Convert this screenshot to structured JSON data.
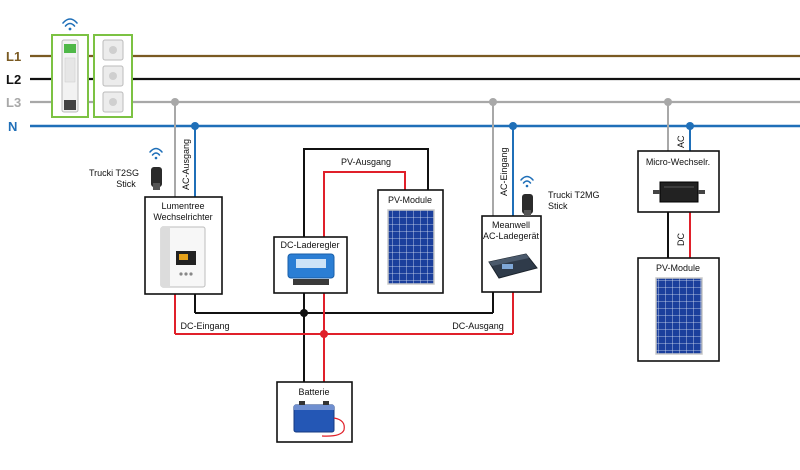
{
  "buses": {
    "l1": "L1",
    "l2": "L2",
    "l3": "L3",
    "n": "N"
  },
  "devices": {
    "inverter": {
      "line1": "Lumentree",
      "line2": "Wechselrichter"
    },
    "charge_controller": {
      "label": "DC-Laderegler"
    },
    "pv_module_1": {
      "label": "PV-Module"
    },
    "ac_charger": {
      "line1": "Meanwell",
      "line2": "AC-Ladegerät"
    },
    "micro_inverter": {
      "label": "Micro-Wechselr."
    },
    "pv_module_2": {
      "label": "PV-Module"
    },
    "battery": {
      "label": "Batterie"
    },
    "trucki_1": {
      "line1": "Trucki T2SG",
      "line2": "Stick"
    },
    "trucki_2": {
      "line1": "Trucki T2MG",
      "line2": "Stick"
    }
  },
  "wires": {
    "ac_out": "AC-Ausgang",
    "ac_in": "AC-Eingang",
    "pv_out": "PV-Ausgang",
    "dc_in": "DC-Eingang",
    "dc_out": "DC-Ausgang",
    "ac": "AC",
    "dc": "DC"
  },
  "colors": {
    "l1": "#7a5a22",
    "l2": "#111111",
    "l3": "#a8a8a8",
    "n": "#1f6fb8",
    "dc_plus": "#e0202a",
    "dc_minus": "#111111",
    "meter_frame": "#7cc243"
  }
}
